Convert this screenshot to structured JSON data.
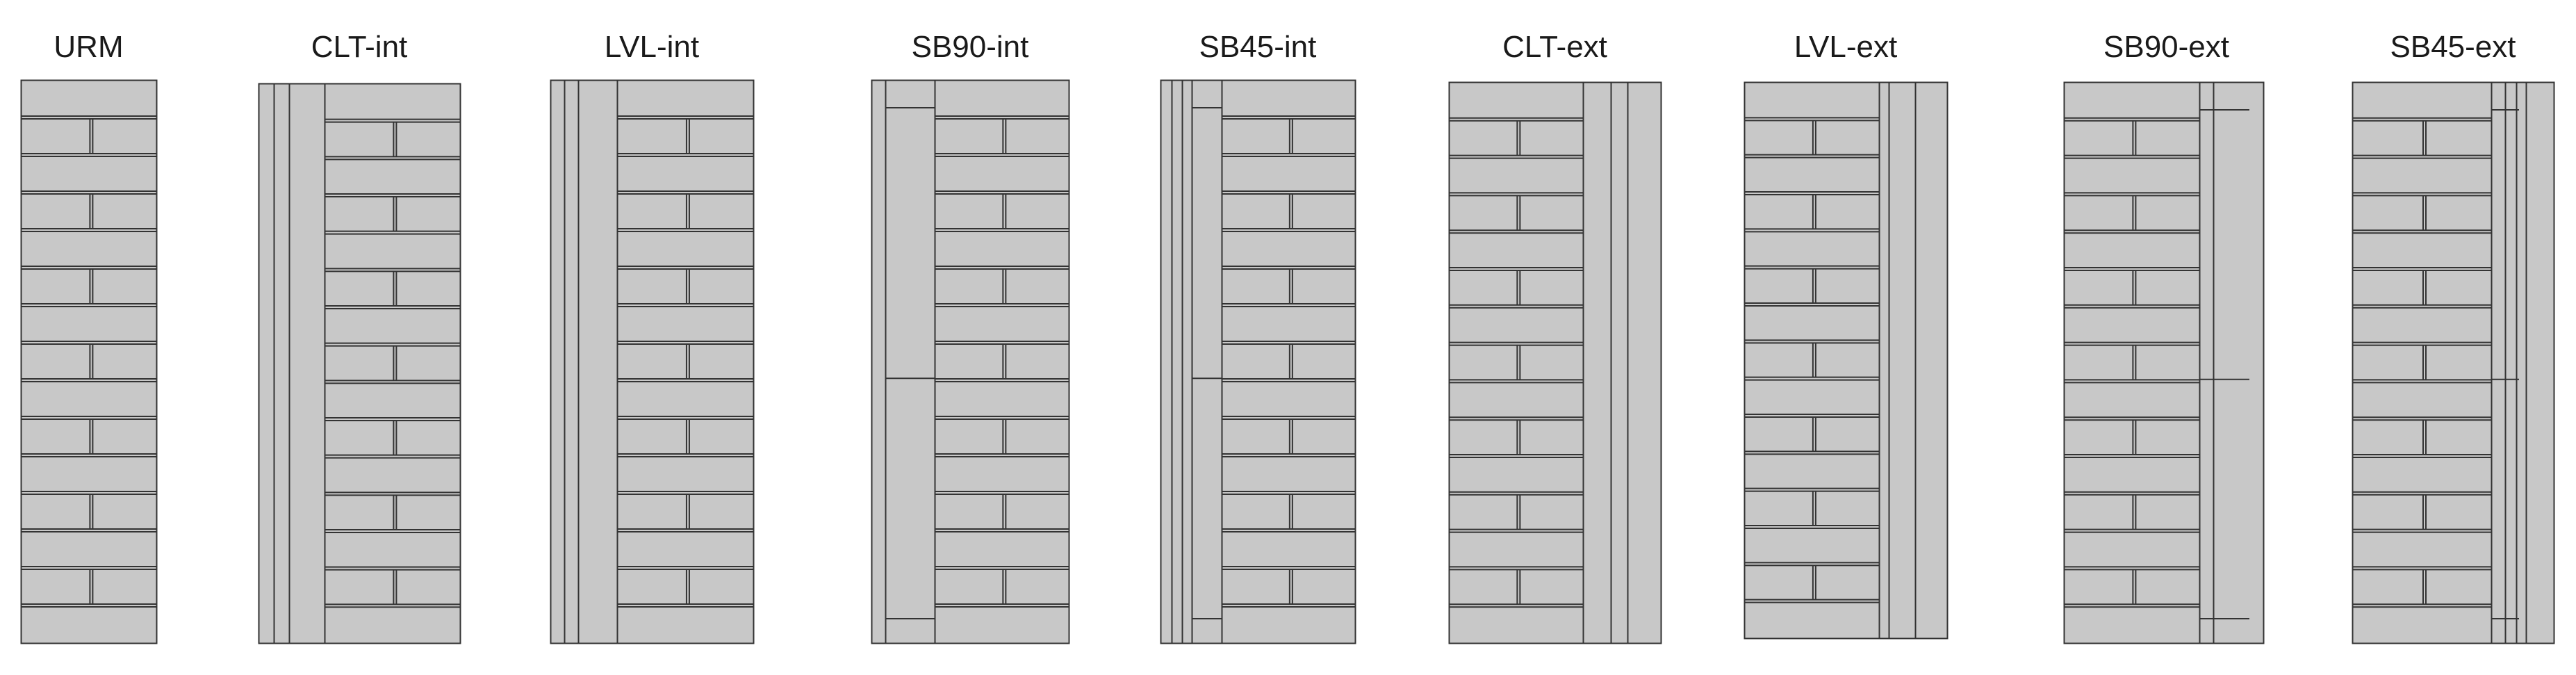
{
  "figure": {
    "background": "#ffffff",
    "fill_color": "#c8c8c8",
    "line_color": "#333333"
  },
  "panels": [
    {
      "label": "URM"
    },
    {
      "label": "CLT-int"
    },
    {
      "label": "LVL-int"
    },
    {
      "label": "SB90-int"
    },
    {
      "label": "SB45-int"
    },
    {
      "label": "CLT-ext"
    },
    {
      "label": "LVL-ext"
    },
    {
      "label": "SB90-ext"
    },
    {
      "label": "SB45-ext"
    }
  ]
}
